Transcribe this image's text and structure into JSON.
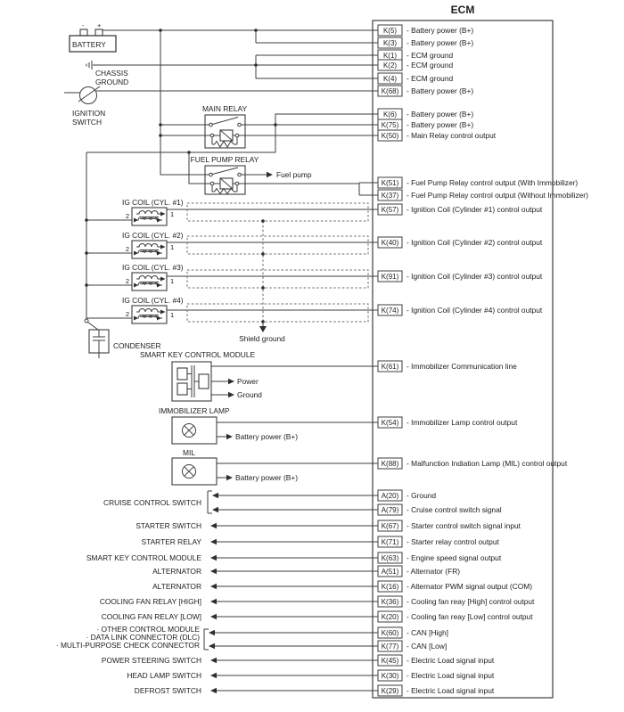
{
  "ecm": {
    "title": "ECM",
    "pins": [
      {
        "code": "K(5)",
        "desc": "- Battery power (B+)"
      },
      {
        "code": "K(3)",
        "desc": "- Battery power (B+)"
      },
      {
        "code": "K(1)",
        "desc": "- ECM ground"
      },
      {
        "code": "K(2)",
        "desc": "- ECM ground"
      },
      {
        "code": "K(4)",
        "desc": "- ECM ground"
      },
      {
        "code": "K(68)",
        "desc": "- Battery power (B+)"
      },
      {
        "code": "K(6)",
        "desc": "- Battery power (B+)"
      },
      {
        "code": "K(75)",
        "desc": "- Battery power (B+)"
      },
      {
        "code": "K(50)",
        "desc": "- Main Relay control output"
      },
      {
        "code": "K(51)",
        "desc": "- Fuel Pump Relay control output (With Immobilizer)"
      },
      {
        "code": "K(37)",
        "desc": "- Fuel Pump Relay control output (Without Immobilizer)"
      },
      {
        "code": "K(57)",
        "desc": "- Ignition Coil (Cylinder #1) control output"
      },
      {
        "code": "K(40)",
        "desc": "- Ignition Coil (Cylinder #2) control output"
      },
      {
        "code": "K(91)",
        "desc": "- Ignition Coil (Cylinder #3) control output"
      },
      {
        "code": "K(74)",
        "desc": "- Ignition Coil (Cylinder #4) control output"
      },
      {
        "code": "K(61)",
        "desc": "- Immobilizer Communication line"
      },
      {
        "code": "K(54)",
        "desc": "- Immobilizer Lamp control output"
      },
      {
        "code": "K(88)",
        "desc": "- Malfunction Indiation Lamp (MIL) control output"
      },
      {
        "code": "A(20)",
        "desc": "- Ground"
      },
      {
        "code": "A(79)",
        "desc": "- Cruise control switch signal"
      },
      {
        "code": "K(67)",
        "desc": "- Starter control switch signal input"
      },
      {
        "code": "K(71)",
        "desc": "- Starter relay control output"
      },
      {
        "code": "K(63)",
        "desc": "- Engine speed signal output"
      },
      {
        "code": "A(51)",
        "desc": "- Alternator (FR)"
      },
      {
        "code": "K(16)",
        "desc": "- Alternator PWM signal output (COM)"
      },
      {
        "code": "K(36)",
        "desc": "- Cooling fan reay [High] control output"
      },
      {
        "code": "K(20)",
        "desc": "- Cooling fan reay [Low] control output"
      },
      {
        "code": "K(60)",
        "desc": "- CAN [High]"
      },
      {
        "code": "K(77)",
        "desc": "- CAN [Low]"
      },
      {
        "code": "K(45)",
        "desc": "- Electric Load signal input"
      },
      {
        "code": "K(30)",
        "desc": "- Electric Load signal input"
      },
      {
        "code": "K(29)",
        "desc": "- Electric Load signal input"
      }
    ]
  },
  "components": {
    "battery": {
      "label": "BATTERY",
      "minus": "-",
      "plus": "+"
    },
    "chassis_ground": {
      "line1": "CHASSIS",
      "line2": "GROUND"
    },
    "ignition_switch": {
      "line1": "IGNITION",
      "line2": "SWITCH"
    },
    "main_relay": {
      "label": "MAIN RELAY"
    },
    "fuel_pump_relay": {
      "label": "FUEL PUMP RELAY",
      "output": "Fuel pump"
    },
    "ig_coils": [
      {
        "label": "IG COIL (CYL. #1)",
        "left_pin": "2",
        "right_pin": "1"
      },
      {
        "label": "IG COIL (CYL. #2)",
        "left_pin": "2",
        "right_pin": "1"
      },
      {
        "label": "IG COIL (CYL. #3)",
        "left_pin": "2",
        "right_pin": "1"
      },
      {
        "label": "IG COIL (CYL. #4)",
        "left_pin": "2",
        "right_pin": "1"
      }
    ],
    "condenser": {
      "label": "CONDENSER"
    },
    "shield_ground": {
      "label": "Shield ground"
    },
    "smart_key_module": {
      "label": "SMART KEY CONTROL MODULE",
      "power": "Power",
      "ground": "Ground"
    },
    "immobilizer_lamp": {
      "label": "IMMOBILIZER LAMP",
      "battery": "Battery power (B+)"
    },
    "mil": {
      "label": "MIL",
      "battery": "Battery power (B+)"
    }
  },
  "left_rows": [
    "CRUISE CONTROL SWITCH",
    "STARTER SWITCH",
    "STARTER RELAY",
    "SMART KEY CONTROL MODULE",
    "ALTERNATOR",
    "ALTERNATOR",
    "COOLING FAN RELAY [HIGH]",
    "COOLING FAN RELAY [LOW]",
    "· OTHER CONTROL MODULE",
    "· DATA LINK CONNECTOR (DLC)",
    "· MULTI-PURPOSE CHECK  CONNECTOR",
    "POWER STEERING SWITCH",
    "HEAD LAMP SWITCH",
    "DEFROST SWITCH"
  ]
}
